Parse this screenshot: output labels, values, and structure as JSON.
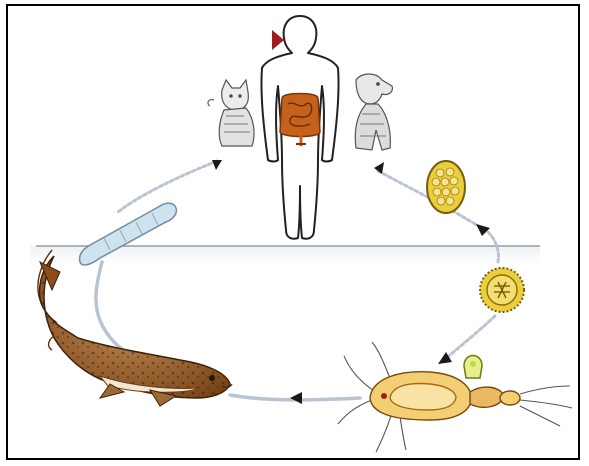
{
  "diagram": {
    "stages": [
      {
        "id": "definitive-host-human",
        "icon": "human-silhouette-icon"
      },
      {
        "id": "reservoir-host-cat",
        "icon": "cat-icon"
      },
      {
        "id": "reservoir-host-dog",
        "icon": "dog-icon"
      },
      {
        "id": "egg",
        "icon": "egg-icon"
      },
      {
        "id": "coracidium",
        "icon": "coracidium-icon"
      },
      {
        "id": "first-intermediate-host-copepod",
        "icon": "copepod-icon"
      },
      {
        "id": "procercoid",
        "icon": "procercoid-icon"
      },
      {
        "id": "second-intermediate-host-fish",
        "icon": "fish-icon"
      },
      {
        "id": "plerocercoid",
        "icon": "plerocercoid-larva-icon"
      }
    ],
    "colors": {
      "water_line": "#9a9a9a",
      "cycle_path": "#b9c4d2",
      "arrowhead": "#1a1a1a",
      "marker": "#a11c1c",
      "intestine": "#c4621c",
      "egg": "#e9cf3c",
      "fish": "#9a5a26",
      "larva": "#cfe3ee"
    }
  }
}
